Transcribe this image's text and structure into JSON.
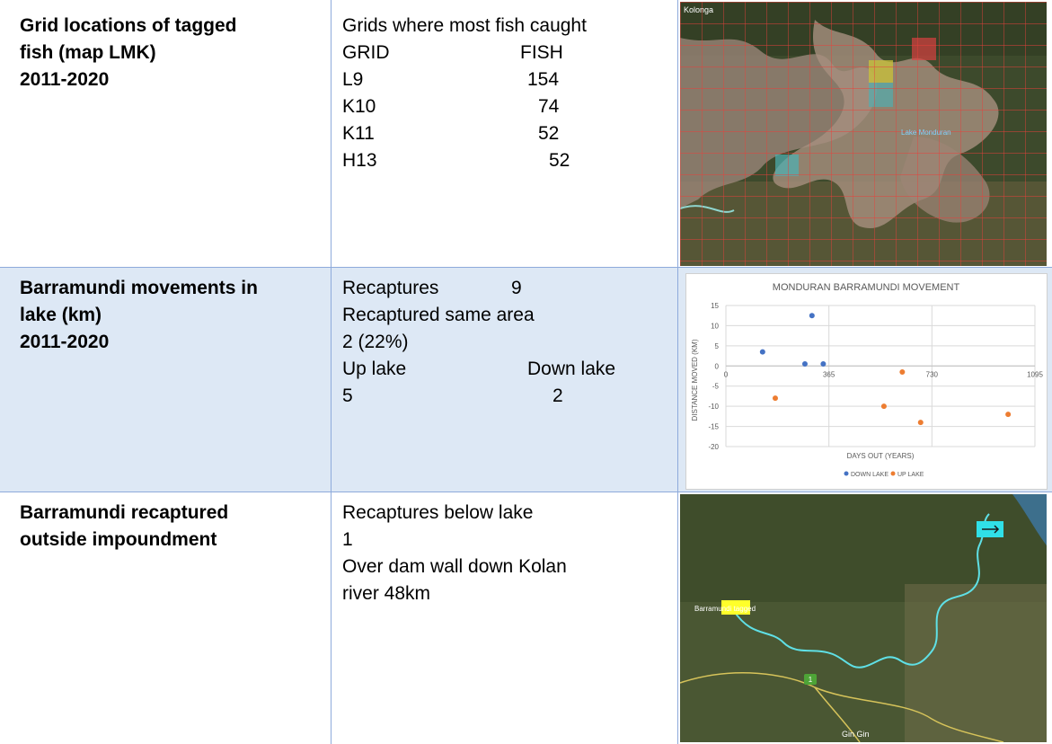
{
  "rows": [
    {
      "heading": [
        "Grid locations of tagged",
        "fish (map LMK)",
        "2011-2020"
      ],
      "lines": [
        {
          "left": "Grids where most fish caught",
          "right": ""
        },
        {
          "left": "GRID",
          "right": "FISH"
        },
        {
          "left": "L9",
          "right": "154"
        },
        {
          "left": "K10",
          "right": "74"
        },
        {
          "left": "K11",
          "right": "52"
        },
        {
          "left": "H13",
          "right": "52"
        }
      ],
      "map": {
        "label_top": "Kolonga",
        "label_lake": "Lake Monduran",
        "grid_color": "#e8403a"
      }
    },
    {
      "heading": [
        "Barramundi movements in",
        "lake (km)",
        "2011-2020"
      ],
      "lines": [
        {
          "left": "Recaptures",
          "right": "9"
        },
        {
          "left": "Recaptured same area",
          "right": ""
        },
        {
          "left": "2 (22%)",
          "right": ""
        },
        {
          "left": "Up lake",
          "right": "Down lake"
        },
        {
          "left": "5",
          "right": "2"
        }
      ]
    },
    {
      "heading": [
        "Barramundi recaptured",
        "outside impoundment"
      ],
      "lines": [
        {
          "left": "Recaptures below lake",
          "right": ""
        },
        {
          "left": "1",
          "right": ""
        },
        {
          "left": "Over dam wall down Kolan",
          "right": ""
        },
        {
          "left": "river 48km",
          "right": ""
        }
      ],
      "map": {
        "label_tag": "Barramundi tagged",
        "label_town": "Gin Gin",
        "road_badge": "1",
        "river_color": "#5fe0e6"
      }
    }
  ],
  "chart_data": {
    "type": "scatter",
    "title": "MONDURAN BARRAMUNDI MOVEMENT",
    "xlabel": "DAYS OUT (YEARS)",
    "ylabel": "DISTANCE MOVED (KM)",
    "xlim": [
      0,
      1095
    ],
    "ylim": [
      -20,
      15
    ],
    "xticks": [
      0,
      365,
      730,
      1095
    ],
    "yticks": [
      15,
      10,
      5,
      0,
      -5,
      -10,
      -15,
      -20
    ],
    "grid": true,
    "legend_position": "bottom",
    "series": [
      {
        "name": "DOWN LAKE",
        "color": "#4472c4",
        "points": [
          [
            130,
            3.5
          ],
          [
            305,
            12.5
          ],
          [
            280,
            0.5
          ],
          [
            345,
            0.5
          ]
        ]
      },
      {
        "name": "UP LAKE",
        "color": "#ed7d31",
        "points": [
          [
            175,
            -8
          ],
          [
            560,
            -10
          ],
          [
            625,
            -1.5
          ],
          [
            690,
            -14
          ],
          [
            1000,
            -12
          ]
        ]
      }
    ]
  }
}
